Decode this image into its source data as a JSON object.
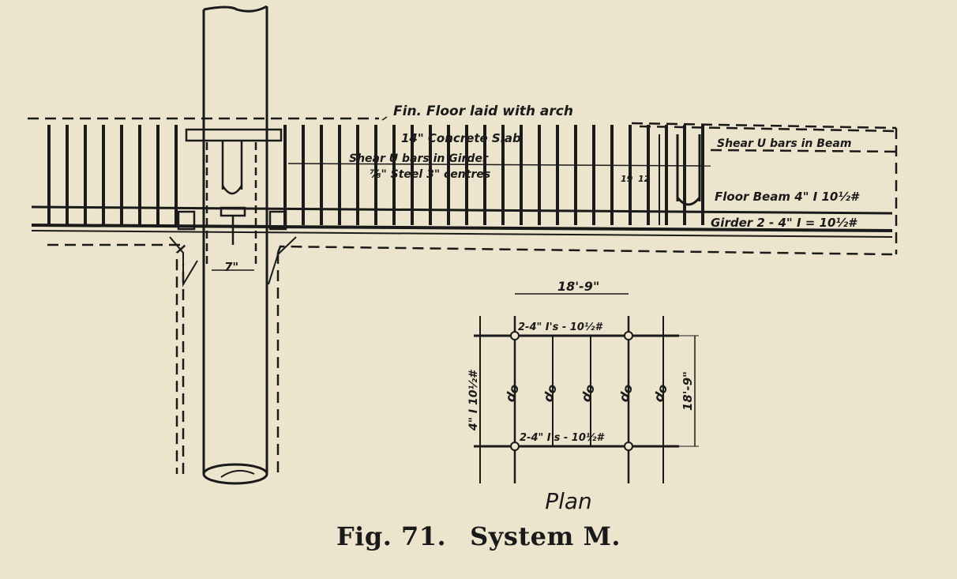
{
  "labels": {
    "fin_floor": "Fin. Floor laid with arch",
    "concrete_slab": "14\" Concrete Slab",
    "shear_bars_girder_1": "Shear U bars in Girder",
    "shear_bars_girder_2": "⅞\" Steel 3\" centres",
    "shear_bars_beam": "Shear U bars in Beam",
    "floor_beam": "Floor Beam 4\" I 10½#",
    "girder": "Girder 2 - 4\" I = 10½#",
    "dim_19": "19",
    "dim_12": "12",
    "dim_7": "7\"",
    "plan_top_span": "18'-9\"",
    "plan_top_member": "2-4\" I's - 10½#",
    "plan_bottom_member": "2-4\" I's - 10½#",
    "plan_right_span": "18'-9\"",
    "plan_left_member": "4\" I 10½#",
    "ditto": "do"
  },
  "plan_title": "Plan",
  "caption": {
    "fig_number": "Fig. 71.",
    "system": "System M."
  },
  "colors": {
    "paper": "#ece4cc",
    "ink": "#1a1a1a"
  }
}
